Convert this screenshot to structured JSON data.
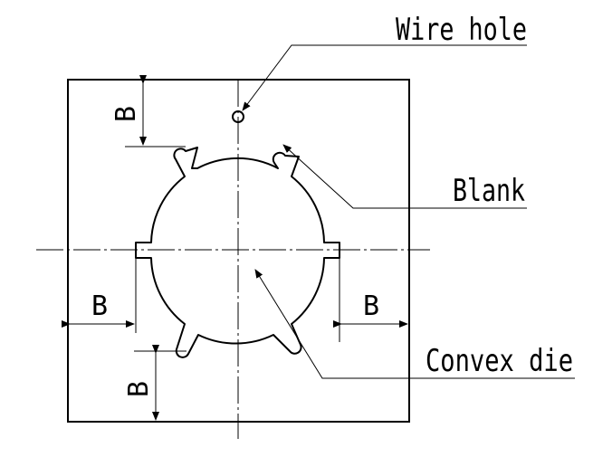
{
  "labels": {
    "wire_hole": "Wire hole",
    "blank": "Blank",
    "convex_die": "Convex die",
    "dim_top": "B",
    "dim_left": "B",
    "dim_right": "B",
    "dim_bottom": "B"
  },
  "colors": {
    "line": "#000000",
    "background": "#ffffff"
  }
}
